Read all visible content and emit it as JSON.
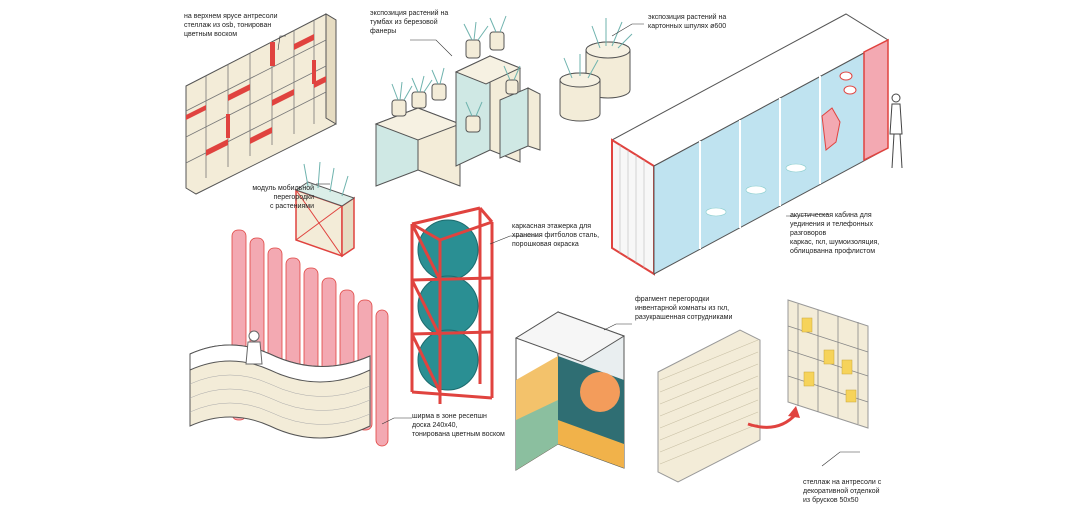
{
  "labels": {
    "shelving_top": "на верхнем ярусе антресоли\nстеллаж из osb, тонирован\nцветным воском",
    "plants_birch": "экспозиция растений на\nтумбах из березовой\nфанеры",
    "plants_tubes": "экспозиция растений на\nкартонных шпулях ø600",
    "mobile_partition": "модуль мобильной\nперегородки\nс растениями",
    "frame_shelf": "каркасная этажерка для\nхранения фитболов сталь,\nпорошковая окраска",
    "acoustic_cabin": "акустическая кабина для\nуединения и телефонных\nразговоров\nкаркас, гкл, шумоизоляция,\nоблицованна профлистом",
    "partition_fragment": "фрагмент перегородки\nинвентарной комнаты из гкл,\nразукрашенная сотрудниками",
    "reception_screen": "ширма в зоне ресепшн\nдоска 240х40,\nтонирована цветным воском",
    "mezzanine_shelf": "стеллаж на антресоли с\nдекоративной отделкой\nиз брусков 50х50"
  },
  "colors": {
    "accent_red": "#e0433f",
    "pink_tubes": "#f3a9b2",
    "teal_ball": "#2a8f93",
    "cream": "#f3ecd8",
    "glass_blue": "#bfe3f0",
    "plant_green": "#8fc7c4"
  }
}
